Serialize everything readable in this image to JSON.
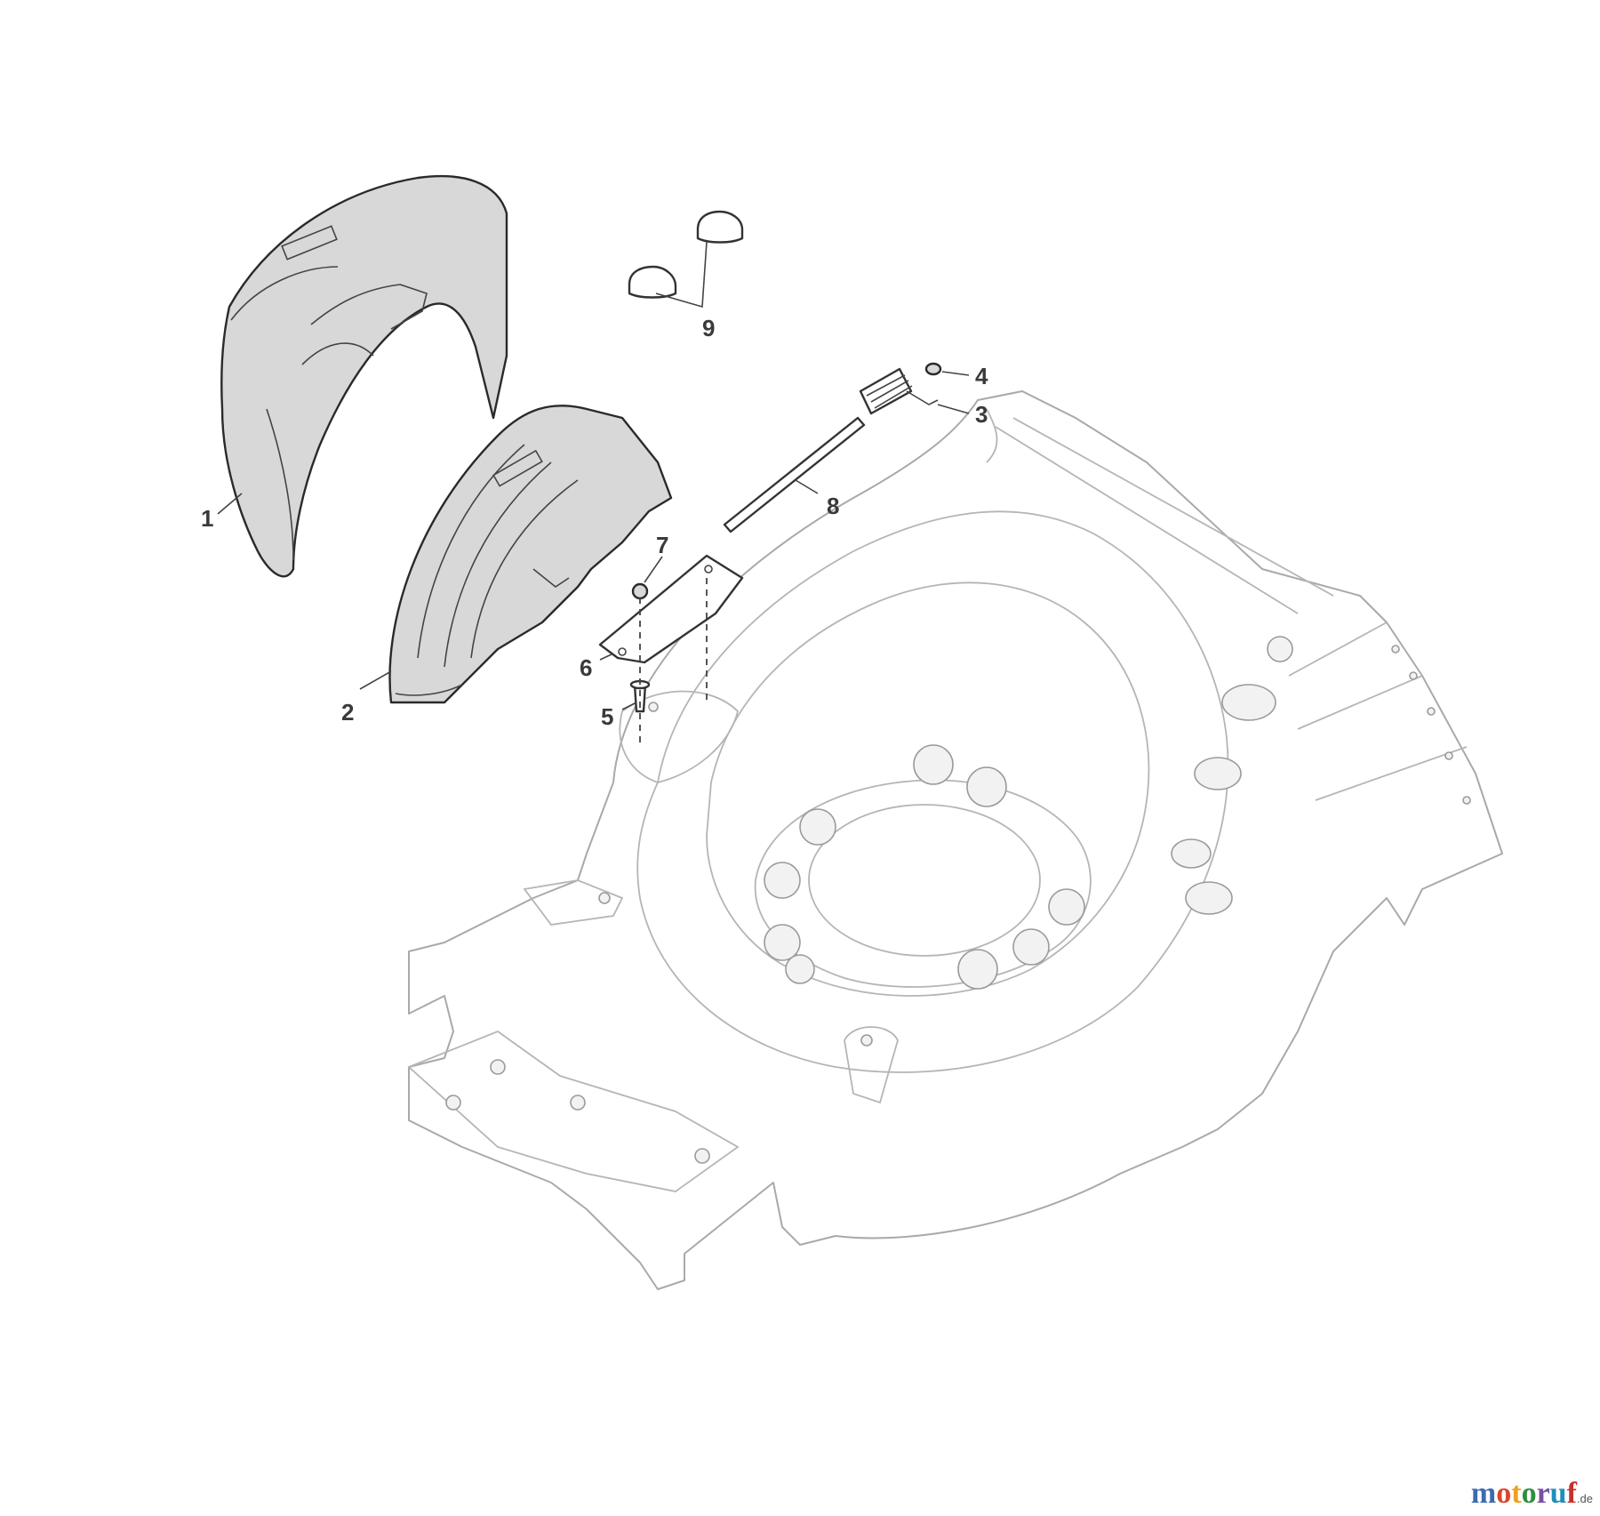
{
  "callouts": [
    "1",
    "2",
    "3",
    "4",
    "5",
    "6",
    "7",
    "8",
    "9"
  ],
  "watermark": {
    "letters": [
      "m",
      "o",
      "t",
      "o",
      "r",
      "u",
      "f"
    ],
    "letter_colors": [
      "#3b6bb0",
      "#d9462b",
      "#f0a020",
      "#2f8f3f",
      "#7a4ea3",
      "#1f8fb8",
      "#c8302e"
    ],
    "tld": ".de"
  }
}
